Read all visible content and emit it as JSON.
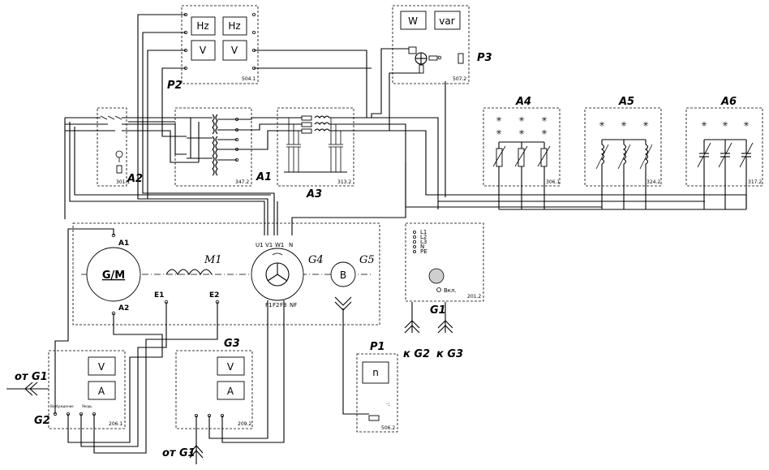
{
  "modules": {
    "p2": {
      "label": "P2",
      "code": "504.1",
      "meters": [
        "Hz",
        "Hz",
        "V",
        "V"
      ]
    },
    "p3": {
      "label": "P3",
      "code": "507.2",
      "meters": [
        "W",
        "var"
      ]
    },
    "a2": {
      "label": "A2",
      "code": "301.1"
    },
    "a1": {
      "label": "A1",
      "code": "347.2"
    },
    "a3": {
      "label": "A3",
      "code": "313.2"
    },
    "a4": {
      "label": "A4",
      "code": "306.1"
    },
    "a5": {
      "label": "A5",
      "code": "324.2"
    },
    "a6": {
      "label": "A6",
      "code": "317.2"
    },
    "m1": {
      "label": "M1"
    },
    "gm": {
      "label": "G/M",
      "a1": "A1",
      "a2": "A2",
      "e1": "E1",
      "e2": "E2"
    },
    "g4": {
      "label": "G4",
      "terms_top": [
        "U1",
        "V1",
        "W1",
        "N"
      ],
      "terms_bottom": [
        "F1",
        "F2",
        "F3",
        "NF"
      ]
    },
    "g5": {
      "label": "G5",
      "symbol": "B"
    },
    "g1": {
      "label": "G1",
      "code": "201.2",
      "phases": [
        "L1",
        "L2",
        "L3",
        "N",
        "PE"
      ],
      "button": "Вкл.",
      "to_g2": "к G2",
      "to_g3": "к G3"
    },
    "g2": {
      "label": "G2",
      "code": "206.1",
      "meters": [
        "V",
        "A"
      ],
      "terms_left": "Возбуждение",
      "terms_right": "Якорь",
      "from": "от G1"
    },
    "g3": {
      "label": "G3",
      "code": "209.2",
      "meters": [
        "V",
        "A"
      ],
      "from": "от G1"
    },
    "p1": {
      "label": "P1",
      "code": "506.2",
      "meter": "n"
    }
  }
}
